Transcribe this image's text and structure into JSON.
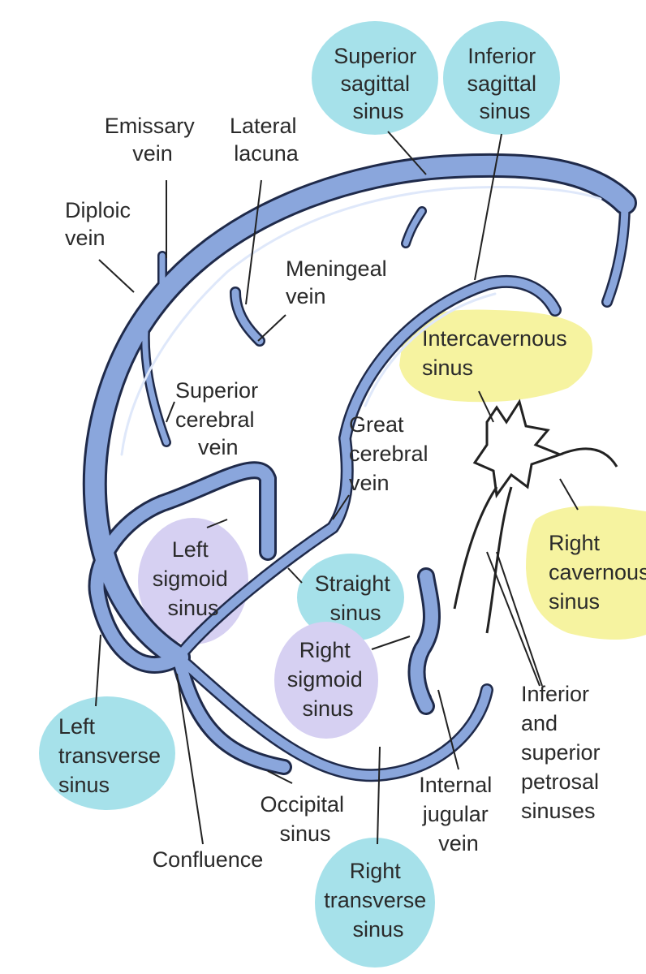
{
  "labels": {
    "superior_sagittal_sinus": [
      "Superior",
      "sagittal",
      "sinus"
    ],
    "inferior_sagittal_sinus": [
      "Inferior",
      "sagittal",
      "sinus"
    ],
    "emissary_vein": [
      "Emissary",
      "vein"
    ],
    "lateral_lacuna": [
      "Lateral",
      "lacuna"
    ],
    "diploic_vein": [
      "Diploic",
      "vein"
    ],
    "meningeal_vein": [
      "Meningeal",
      "vein"
    ],
    "intercavernous_sinus": [
      "Intercavernous",
      "sinus"
    ],
    "superior_cerebral_vein": [
      "Superior",
      "cerebral",
      "vein"
    ],
    "great_cerebral_vein": [
      "Great",
      "cerebral",
      "vein"
    ],
    "right_cavernous_sinus": [
      "Right",
      "cavernous",
      "sinus"
    ],
    "left_sigmoid_sinus": [
      "Left",
      "sigmoid",
      "sinus"
    ],
    "straight_sinus": [
      "Straight",
      "sinus"
    ],
    "right_sigmoid_sinus": [
      "Right",
      "sigmoid",
      "sinus"
    ],
    "inferior_superior_petrosal": [
      "Inferior",
      "and",
      "superior",
      "petrosal",
      "sinuses"
    ],
    "left_transverse_sinus": [
      "Left",
      "transverse",
      "sinus"
    ],
    "internal_jugular_vein": [
      "Internal",
      "jugular",
      "vein"
    ],
    "occipital_sinus": [
      "Occipital",
      "sinus"
    ],
    "confluence": [
      "Confluence"
    ],
    "right_transverse_sinus": [
      "Right",
      "transverse",
      "sinus"
    ]
  },
  "colors": {
    "vein_fill": "#8aa6dc",
    "vein_outline": "#1f2a4a",
    "highlight_cyan": "#a6e1ea",
    "highlight_yellow": "#f6f3a0",
    "highlight_purple": "#d6d0f2"
  }
}
